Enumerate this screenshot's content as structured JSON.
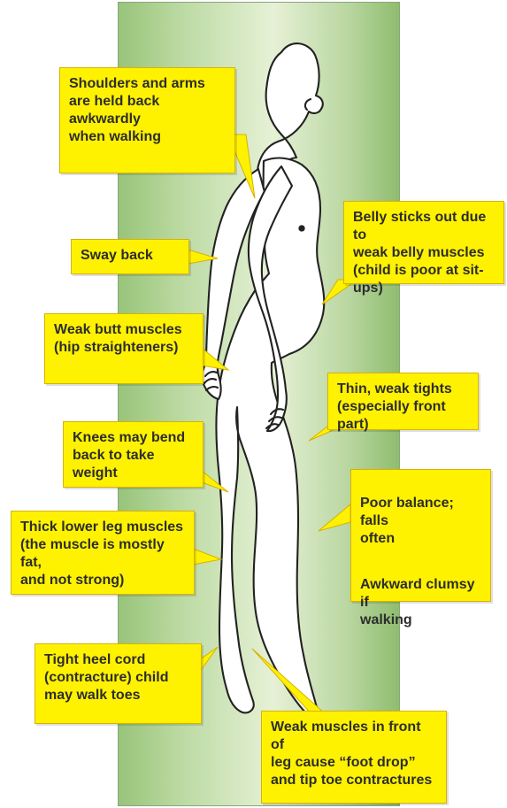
{
  "callouts": {
    "shoulders_arms": "Shoulders and arms\nare held back awkwardly\nwhen walking",
    "sway_back": "Sway back",
    "weak_butt": "Weak butt muscles\n(hip straighteners)",
    "knees": "Knees may bend\nback to take weight",
    "thick_lower_leg": "Thick lower leg muscles\n(the muscle is mostly fat,\nand not strong)",
    "tight_heel": "Tight heel cord\n(contracture) child\nmay walk toes",
    "belly": "Belly sticks out due to\nweak belly muscles\n(child is poor at sit-ups)",
    "thin_thighs": "Thin, weak tights\n(especially front part)",
    "poor_balance": "Poor balance; falls\noften",
    "awkward": "Awkward clumsy if\nwalking",
    "weak_front_leg": "Weak muscles in front of\nleg cause “foot drop”\nand tip toe contractures"
  },
  "colors": {
    "callout_fill": "#fff200",
    "panel_green": "#98c47a",
    "figure_fill": "#ffffff",
    "figure_stroke": "#222222"
  }
}
